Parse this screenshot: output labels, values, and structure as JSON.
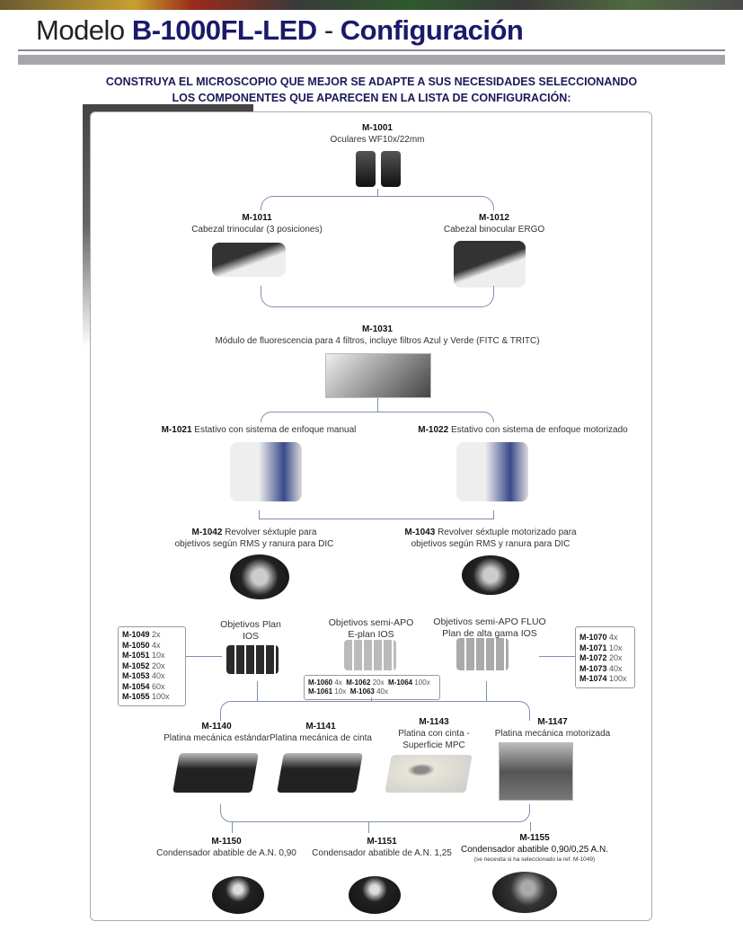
{
  "header": {
    "title_prefix": "Modelo",
    "title_model": "B-1000FL-LED",
    "title_sep": "-",
    "title_suffix": "Configuración"
  },
  "intro": {
    "line1": "CONSTRUYA EL MICROSCOPIO QUE MEJOR SE ADAPTE A SUS NECESIDADES SELECCIONANDO",
    "line2": "LOS COMPONENTES QUE APARECEN EN LA LISTA DE CONFIGURACIÓN:"
  },
  "eyepieces": {
    "code": "M-1001",
    "desc": "Oculares WF10x/22mm"
  },
  "heads": [
    {
      "code": "M-1011",
      "desc": "Cabezal trinocular (3 posiciones)"
    },
    {
      "code": "M-1012",
      "desc": "Cabezal binocular ERGO"
    }
  ],
  "fluo": {
    "code": "M-1031",
    "desc": "Módulo de fluorescencia para 4 filtros, incluye filtros Azul y Verde (FITC & TRITC)"
  },
  "stands": [
    {
      "code": "M-1021",
      "desc": "Estativo con sistema de enfoque manual"
    },
    {
      "code": "M-1022",
      "desc": "Estativo con sistema de enfoque motorizado"
    }
  ],
  "revolvers": [
    {
      "code": "M-1042",
      "desc1": "Revolver séxtuple para",
      "desc2": "objetivos según RMS y ranura para DIC"
    },
    {
      "code": "M-1043",
      "desc1": "Revolver séxtuple motorizado para",
      "desc2": "objetivos según RMS y ranura para DIC"
    }
  ],
  "objectives": [
    {
      "title1": "Objetivos Plan",
      "title2": "IOS",
      "items": [
        {
          "code": "M-1049",
          "mag": "2x"
        },
        {
          "code": "M-1050",
          "mag": "4x"
        },
        {
          "code": "M-1051",
          "mag": "10x"
        },
        {
          "code": "M-1052",
          "mag": "20x"
        },
        {
          "code": "M-1053",
          "mag": "40x"
        },
        {
          "code": "M-1054",
          "mag": "60x"
        },
        {
          "code": "M-1055",
          "mag": "100x"
        }
      ]
    },
    {
      "title1": "Objetivos semi-APO",
      "title2": "E-plan IOS",
      "items": [
        {
          "code": "M-1060",
          "mag": "4x"
        },
        {
          "code": "M-1062",
          "mag": "20x"
        },
        {
          "code": "M-1064",
          "mag": "100x"
        },
        {
          "code": "M-1061",
          "mag": "10x"
        },
        {
          "code": "M-1063",
          "mag": "40x"
        }
      ]
    },
    {
      "title1": "Objetivos semi-APO FLUO",
      "title2": "Plan de alta gama IOS",
      "items": [
        {
          "code": "M-1070",
          "mag": "4x"
        },
        {
          "code": "M-1071",
          "mag": "10x"
        },
        {
          "code": "M-1072",
          "mag": "20x"
        },
        {
          "code": "M-1073",
          "mag": "40x"
        },
        {
          "code": "M-1074",
          "mag": "100x"
        }
      ]
    }
  ],
  "stages": [
    {
      "code": "M-1140",
      "desc1": "Platina mecánica estándar"
    },
    {
      "code": "M-1141",
      "desc1": "Platina mecánica de cinta"
    },
    {
      "code": "M-1143",
      "desc1": "Platina con cinta -",
      "desc2": "Superficie MPC"
    },
    {
      "code": "M-1147",
      "desc1": "Platina mecánica motorizada"
    }
  ],
  "condensers": [
    {
      "code": "M-1150",
      "desc": "Condensador abatible de A.N. 0,90"
    },
    {
      "code": "M-1151",
      "desc": "Condensador abatible de A.N. 1,25"
    },
    {
      "code": "M-1155",
      "desc": "Condensador abatible 0,90/0,25 A.N.",
      "note": "(se necesita si ha seleccionado la ref. M-1049)"
    }
  ]
}
